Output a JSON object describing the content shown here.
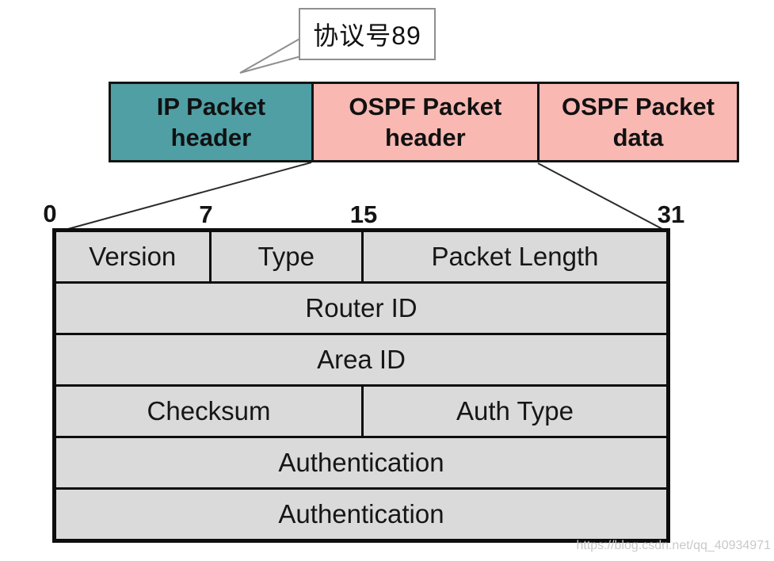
{
  "callout": {
    "label": "协议号89"
  },
  "packet_row": {
    "segments": [
      {
        "line1": "IP Packet",
        "line2": "header",
        "bg": "#4f9fa5"
      },
      {
        "line1": "OSPF Packet",
        "line2": "header",
        "bg": "#f9b8b2"
      },
      {
        "line1": "OSPF Packet",
        "line2": "data",
        "bg": "#f9b8b2"
      }
    ]
  },
  "bit_scale": {
    "labels": [
      "0",
      "7",
      "15",
      "31"
    ]
  },
  "ospf_header_table": {
    "rows": [
      {
        "cells": [
          "Version",
          "Type",
          "Packet Length"
        ]
      },
      {
        "cells": [
          "Router ID"
        ]
      },
      {
        "cells": [
          "Area ID"
        ]
      },
      {
        "cells": [
          "Checksum",
          "Auth Type"
        ]
      },
      {
        "cells": [
          "Authentication"
        ]
      },
      {
        "cells": [
          "Authentication"
        ]
      }
    ]
  },
  "watermark": "https://blog.csdn.net/qq_40934971",
  "colors": {
    "ip_header_fill": "#4f9fa5",
    "ospf_fill": "#f9b8b2",
    "table_fill": "#dadada",
    "diagram_border": "#0d0d0d",
    "callout_border": "#8f8f8f",
    "watermark_text": "#c9c9c9"
  }
}
